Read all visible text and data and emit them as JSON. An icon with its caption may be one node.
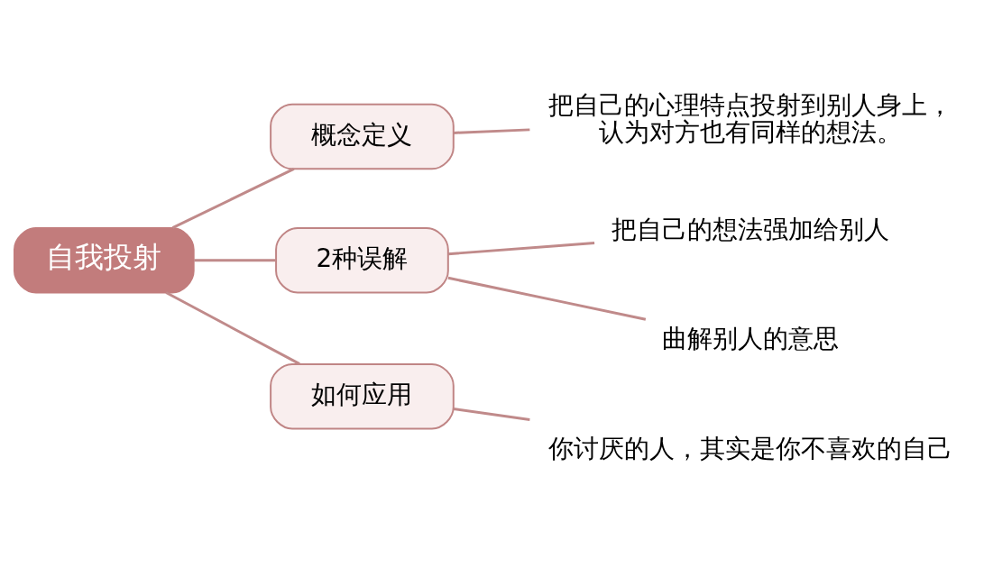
{
  "diagram": {
    "nodes": [
      {
        "text": [
          "自我投射"
        ]
      },
      {
        "text": [
          "概念定义"
        ]
      },
      {
        "text": [
          "2种误解"
        ]
      },
      {
        "text": [
          "如何应用"
        ]
      },
      {
        "text": [
          "把自己的心理特点投射到别人身上，认为对方也有同样的想法。"
        ]
      },
      {
        "text": [
          "把自己的想法强加给别人"
        ]
      },
      {
        "text": [
          "曲解别人的意思"
        ]
      },
      {
        "text": [
          "你讨厌的人，其实是你不喜欢的自己"
        ]
      }
    ],
    "edges": [
      {
        "from": 0,
        "to": 1,
        "arrow": "none"
      },
      {
        "from": 0,
        "to": 2,
        "arrow": "none"
      },
      {
        "from": 0,
        "to": 3,
        "arrow": "none"
      },
      {
        "from": 1,
        "to": 4,
        "arrow": "none"
      },
      {
        "from": 2,
        "to": 5,
        "arrow": "none"
      },
      {
        "from": 2,
        "to": 6,
        "arrow": "none"
      },
      {
        "from": 3,
        "to": 7,
        "arrow": "none"
      }
    ]
  }
}
